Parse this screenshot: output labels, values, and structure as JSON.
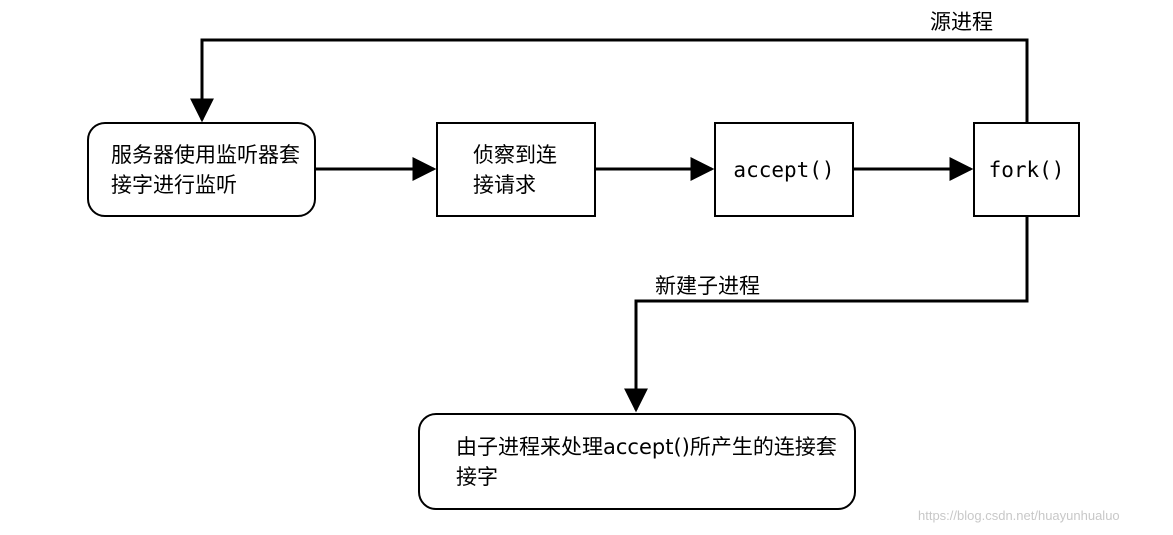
{
  "nodes": {
    "listen": "服务器使用监听器套接字进行监听",
    "detect": "侦察到连接请求",
    "accept": "accept()",
    "fork": "fork()",
    "child": "由子进程来处理accept()所产生的连接套接字"
  },
  "edges": {
    "source_process": "源进程",
    "new_child_process": "新建子进程"
  },
  "watermark": "https://blog.csdn.net/huayunhualuo"
}
